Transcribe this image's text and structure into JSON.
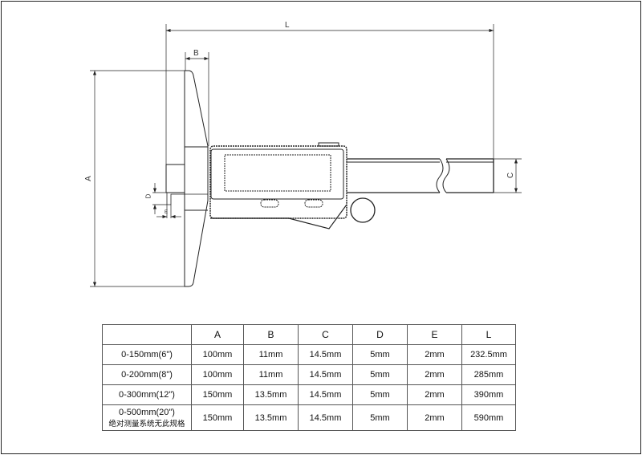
{
  "dimension_labels": {
    "L": "L",
    "B": "B",
    "A": "A",
    "C": "C",
    "D": "D",
    "E": "E"
  },
  "table": {
    "headers": [
      "",
      "A",
      "B",
      "C",
      "D",
      "E",
      "L"
    ],
    "rows": [
      {
        "range": "0-150mm(6\")",
        "note": "",
        "cells": [
          "100mm",
          "11mm",
          "14.5mm",
          "5mm",
          "2mm",
          "232.5mm"
        ]
      },
      {
        "range": "0-200mm(8\")",
        "note": "",
        "cells": [
          "100mm",
          "11mm",
          "14.5mm",
          "5mm",
          "2mm",
          "285mm"
        ]
      },
      {
        "range": "0-300mm(12\")",
        "note": "",
        "cells": [
          "150mm",
          "13.5mm",
          "14.5mm",
          "5mm",
          "2mm",
          "390mm"
        ]
      },
      {
        "range": "0-500mm(20\")",
        "note": "绝对测量系统无此规格",
        "cells": [
          "150mm",
          "13.5mm",
          "14.5mm",
          "5mm",
          "2mm",
          "590mm"
        ]
      }
    ]
  }
}
